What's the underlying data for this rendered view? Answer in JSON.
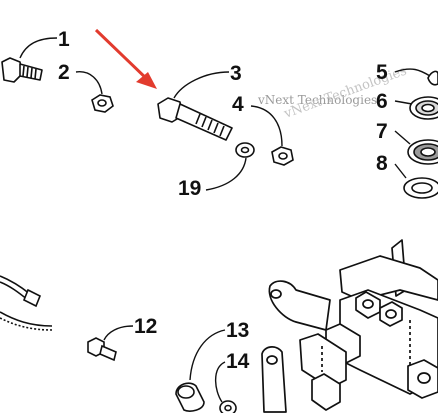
{
  "diagram": {
    "callouts": [
      "1",
      "2",
      "3",
      "4",
      "5",
      "6",
      "7",
      "8",
      "19",
      "12",
      "13",
      "14"
    ],
    "watermark": {
      "line1": "vNext Technologies",
      "line2": "vNext Technologies"
    },
    "pointer_arrow_color": "#e23b2e",
    "line_color": "#111111"
  }
}
